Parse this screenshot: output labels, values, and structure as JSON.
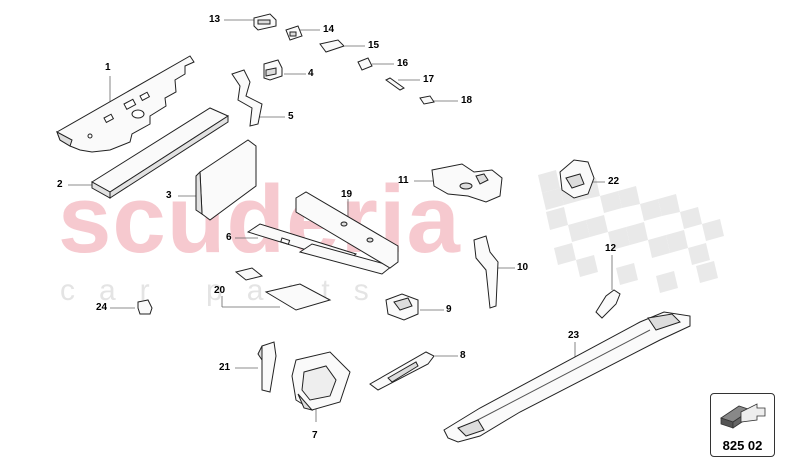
{
  "watermark": {
    "brand": "scuderia",
    "tagline": "car parts"
  },
  "reference": {
    "code": "825 02",
    "icon": "arrow-box-icon"
  },
  "callouts": [
    {
      "id": "1",
      "label": "1"
    },
    {
      "id": "2",
      "label": "2"
    },
    {
      "id": "3",
      "label": "3"
    },
    {
      "id": "4",
      "label": "4"
    },
    {
      "id": "5",
      "label": "5"
    },
    {
      "id": "6",
      "label": "6"
    },
    {
      "id": "7",
      "label": "7"
    },
    {
      "id": "8",
      "label": "8"
    },
    {
      "id": "9",
      "label": "9"
    },
    {
      "id": "10",
      "label": "10"
    },
    {
      "id": "11",
      "label": "11"
    },
    {
      "id": "12",
      "label": "12"
    },
    {
      "id": "13",
      "label": "13"
    },
    {
      "id": "14",
      "label": "14"
    },
    {
      "id": "15",
      "label": "15"
    },
    {
      "id": "16",
      "label": "16"
    },
    {
      "id": "17",
      "label": "17"
    },
    {
      "id": "18",
      "label": "18"
    },
    {
      "id": "19",
      "label": "19"
    },
    {
      "id": "20",
      "label": "20"
    },
    {
      "id": "21",
      "label": "21"
    },
    {
      "id": "22",
      "label": "22"
    },
    {
      "id": "23",
      "label": "23"
    },
    {
      "id": "24",
      "label": "24"
    }
  ]
}
